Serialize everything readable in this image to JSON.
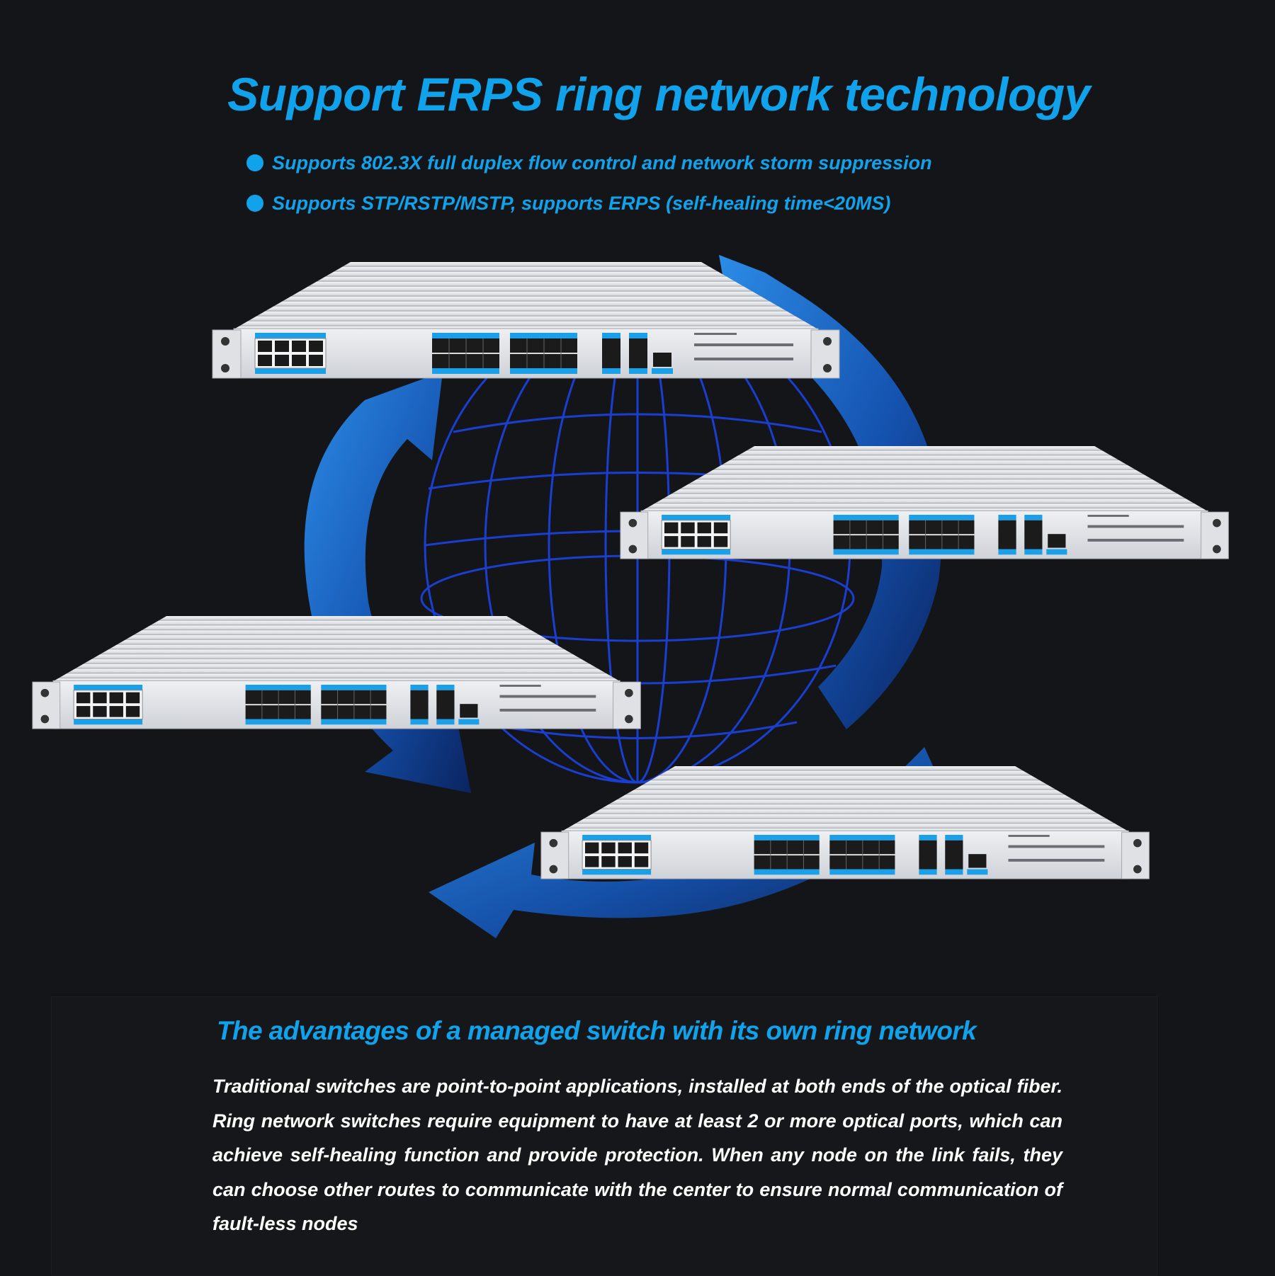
{
  "title": "Support ERPS ring network technology",
  "bullets": [
    {
      "text": "Supports 802.3X full duplex flow control and network storm suppression"
    },
    {
      "text": "Supports STP/RSTP/MSTP, supports ERPS (self-healing time<20MS)"
    }
  ],
  "advantages": {
    "title": "The advantages of a managed switch with its own ring network",
    "body": "Traditional switches are point-to-point applications, installed at both ends of the optical fiber. Ring network switches require equipment to have at least 2 or more optical ports, which can achieve self-healing function and provide protection. When any node on the link fails, they can choose other routes to communicate with the center to ensure normal communication of fault-less nodes"
  },
  "colors": {
    "accent": "#10a3ec",
    "background": "#141518",
    "globe": "#1a3fd0",
    "arrow": "#1f7fd6"
  },
  "icons": [
    "bullet-dot-icon",
    "ring-arrows-icon",
    "globe-icon",
    "network-switch-icon"
  ]
}
